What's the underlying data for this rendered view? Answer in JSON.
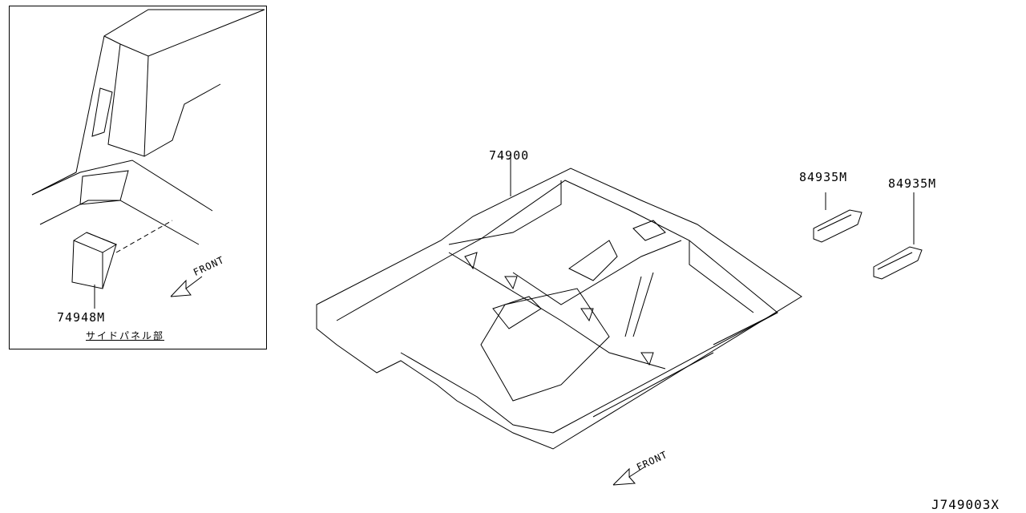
{
  "inset": {
    "part_number": "74948M",
    "caption": "サイドパネル部",
    "front_label": "FRONT"
  },
  "main": {
    "floor_part_number": "74900",
    "clip_left_part_number": "84935M",
    "clip_right_part_number": "84935M",
    "front_label": "FRONT"
  },
  "diagram_code": "J749003X"
}
